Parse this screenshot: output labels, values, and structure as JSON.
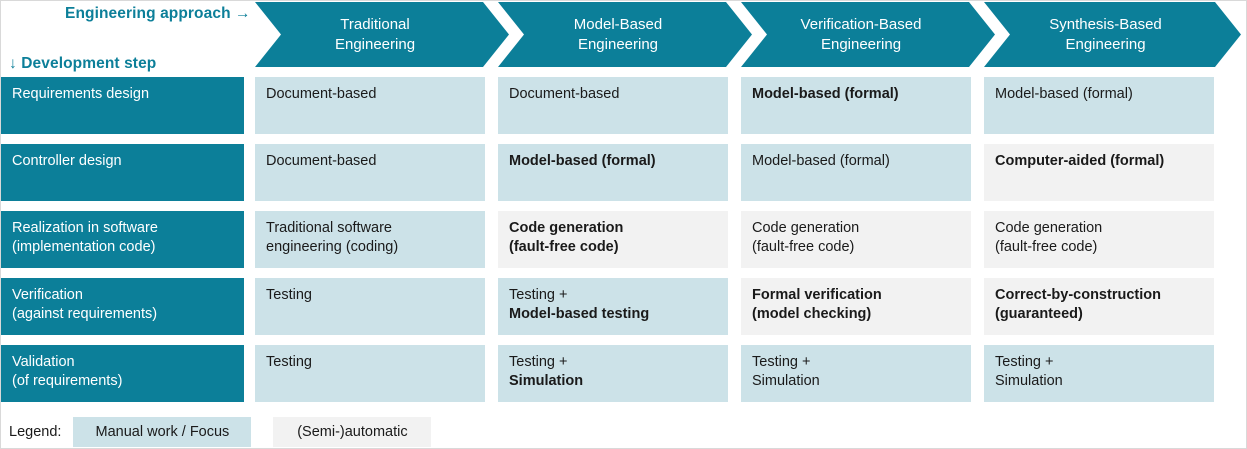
{
  "axes": {
    "approach_caption": "Engineering approach →",
    "step_caption": "↓ Development step"
  },
  "colors": {
    "teal": "#0c7f99",
    "manual_focus": "#cce2e8",
    "semi_automatic": "#f2f2f2",
    "text": "#1a1a1a",
    "page_background": "#ffffff"
  },
  "columns": [
    {
      "label": "Traditional\nEngineering"
    },
    {
      "label": "Model-Based\nEngineering"
    },
    {
      "label": "Verification-Based\nEngineering"
    },
    {
      "label": "Synthesis-Based\nEngineering"
    }
  ],
  "rows": [
    {
      "label": "Requirements design",
      "cells": [
        {
          "text": "Document-based",
          "bold_lines": [],
          "fill": "manual"
        },
        {
          "text": "Document-based",
          "bold_lines": [],
          "fill": "manual"
        },
        {
          "text": "Model-based (formal)",
          "bold_lines": [
            0
          ],
          "fill": "manual"
        },
        {
          "text": "Model-based (formal)",
          "bold_lines": [],
          "fill": "manual"
        }
      ]
    },
    {
      "label": "Controller design",
      "cells": [
        {
          "text": "Document-based",
          "bold_lines": [],
          "fill": "manual"
        },
        {
          "text": "Model-based (formal)",
          "bold_lines": [
            0
          ],
          "fill": "manual"
        },
        {
          "text": "Model-based (formal)",
          "bold_lines": [],
          "fill": "manual"
        },
        {
          "text": "Computer-aided (formal)",
          "bold_lines": [
            0
          ],
          "fill": "auto"
        }
      ]
    },
    {
      "label": "Realization in software\n(implementation code)",
      "cells": [
        {
          "text": "Traditional software\nengineering (coding)",
          "bold_lines": [],
          "fill": "manual"
        },
        {
          "text": "Code generation\n(fault-free code)",
          "bold_lines": [
            0,
            1
          ],
          "fill": "auto"
        },
        {
          "text": "Code generation\n(fault-free code)",
          "bold_lines": [],
          "fill": "auto"
        },
        {
          "text": "Code generation\n(fault-free code)",
          "bold_lines": [],
          "fill": "auto"
        }
      ]
    },
    {
      "label": "Verification\n(against requirements)",
      "cells": [
        {
          "text": "Testing",
          "bold_lines": [],
          "fill": "manual"
        },
        {
          "text": "Testing +\nModel-based testing",
          "bold_lines": [
            1
          ],
          "fill": "manual"
        },
        {
          "text": "Formal verification\n(model checking)",
          "bold_lines": [
            0,
            1
          ],
          "fill": "auto"
        },
        {
          "text": "Correct-by-construction\n(guaranteed)",
          "bold_lines": [
            0,
            1
          ],
          "fill": "auto"
        }
      ]
    },
    {
      "label": "Validation\n(of requirements)",
      "cells": [
        {
          "text": "Testing",
          "bold_lines": [],
          "fill": "manual"
        },
        {
          "text": "Testing +\nSimulation",
          "bold_lines": [
            1
          ],
          "fill": "manual"
        },
        {
          "text": "Testing +\nSimulation",
          "bold_lines": [],
          "fill": "manual"
        },
        {
          "text": "Testing +\nSimulation",
          "bold_lines": [],
          "fill": "manual"
        }
      ]
    }
  ],
  "legend": {
    "title": "Legend:",
    "items": [
      {
        "label": "Manual work / Focus",
        "fill": "manual"
      },
      {
        "label": "(Semi-)automatic",
        "fill": "auto"
      }
    ]
  }
}
